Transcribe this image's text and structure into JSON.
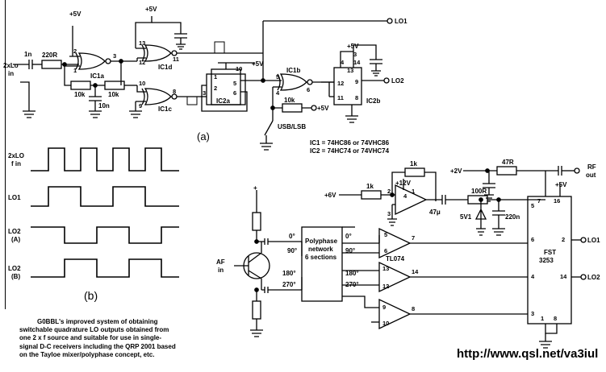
{
  "top_circuit": {
    "input_label_1": "2xLo",
    "input_label_2": "in",
    "cap_in": "1n",
    "r_in": "220R",
    "r_10k_a": "10k",
    "r_10k_b": "10k",
    "cap_10n": "10n",
    "supply_5v_1": "+5V",
    "supply_5v_2": "+5V",
    "supply_5v_3": "+5V",
    "supply_5v_4": "+5V",
    "supply_5v_5": "+5V",
    "r_10k_c": "10k",
    "ic1a": "IC1a",
    "ic1d": "IC1d",
    "ic1c": "IC1c",
    "ic1b": "IC1b",
    "ic2a": "IC2a",
    "ic2b": "IC2b",
    "lo1": "LO1",
    "lo2": "LO2",
    "switch": "USB/LSB",
    "label_a": "(a)",
    "ic_note_1": "IC1 = 74HC86 or 74VHC86",
    "ic_note_2": "IC2 = 74HC74 or 74VHC74",
    "pins": [
      "2",
      "1",
      "3",
      "13",
      "12",
      "11",
      "10",
      "9",
      "8",
      "1",
      "2",
      "5",
      "3",
      "6",
      "5",
      "4",
      "6",
      "13",
      "4",
      "14",
      "12",
      "9",
      "11",
      "8",
      "3",
      "10"
    ]
  },
  "timing": {
    "label_a": "(b)",
    "rows": [
      {
        "l1": "2xLO",
        "l2": "f in"
      },
      {
        "l1": "LO1",
        "l2": ""
      },
      {
        "l1": "LO2",
        "l2": "(A)"
      },
      {
        "l1": "LO2",
        "l2": "(B)"
      }
    ]
  },
  "bottom_circuit": {
    "plus_6v": "+6V",
    "plus_12v": "+12V",
    "plus_2v": "+2V",
    "plus_5v": "+5V",
    "r_1k_fb": "1k",
    "r_1k_in": "1k",
    "r_47r": "47R",
    "r_100r": "100R",
    "cap_47u": "47μ",
    "zener": "5V1",
    "cap_220n": "220n",
    "rf_out_1": "RF",
    "rf_out_2": "out",
    "af_in_1": "AF",
    "af_in_2": "in",
    "polyphase_1": "Polyphase",
    "polyphase_2": "network",
    "polyphase_3": "6 sections",
    "ph_0_in": "0°",
    "ph_90_in": "90°",
    "ph_180_in": "180°",
    "ph_270_in": "270°",
    "ph_0_out": "0°",
    "ph_90_out": "90°",
    "ph_180_out": "180°",
    "ph_270_out": "270°",
    "tl074": "TL074",
    "fst_1": "FST",
    "fst_2": "3253",
    "lo1": "LO1",
    "lo2": "LO2",
    "plus_top": "+"
  },
  "caption": {
    "lines": [
      "G0BBL's improved system of obtaining",
      "switchable quadrature LO outputs obtained from",
      "one 2 x f source and suitable for use in single-",
      "signal D-C receivers including the QRP 2001 based",
      "on the Tayloe mixer/polyphase concept, etc."
    ]
  },
  "url": "http://www.qsl.net/va3iul"
}
